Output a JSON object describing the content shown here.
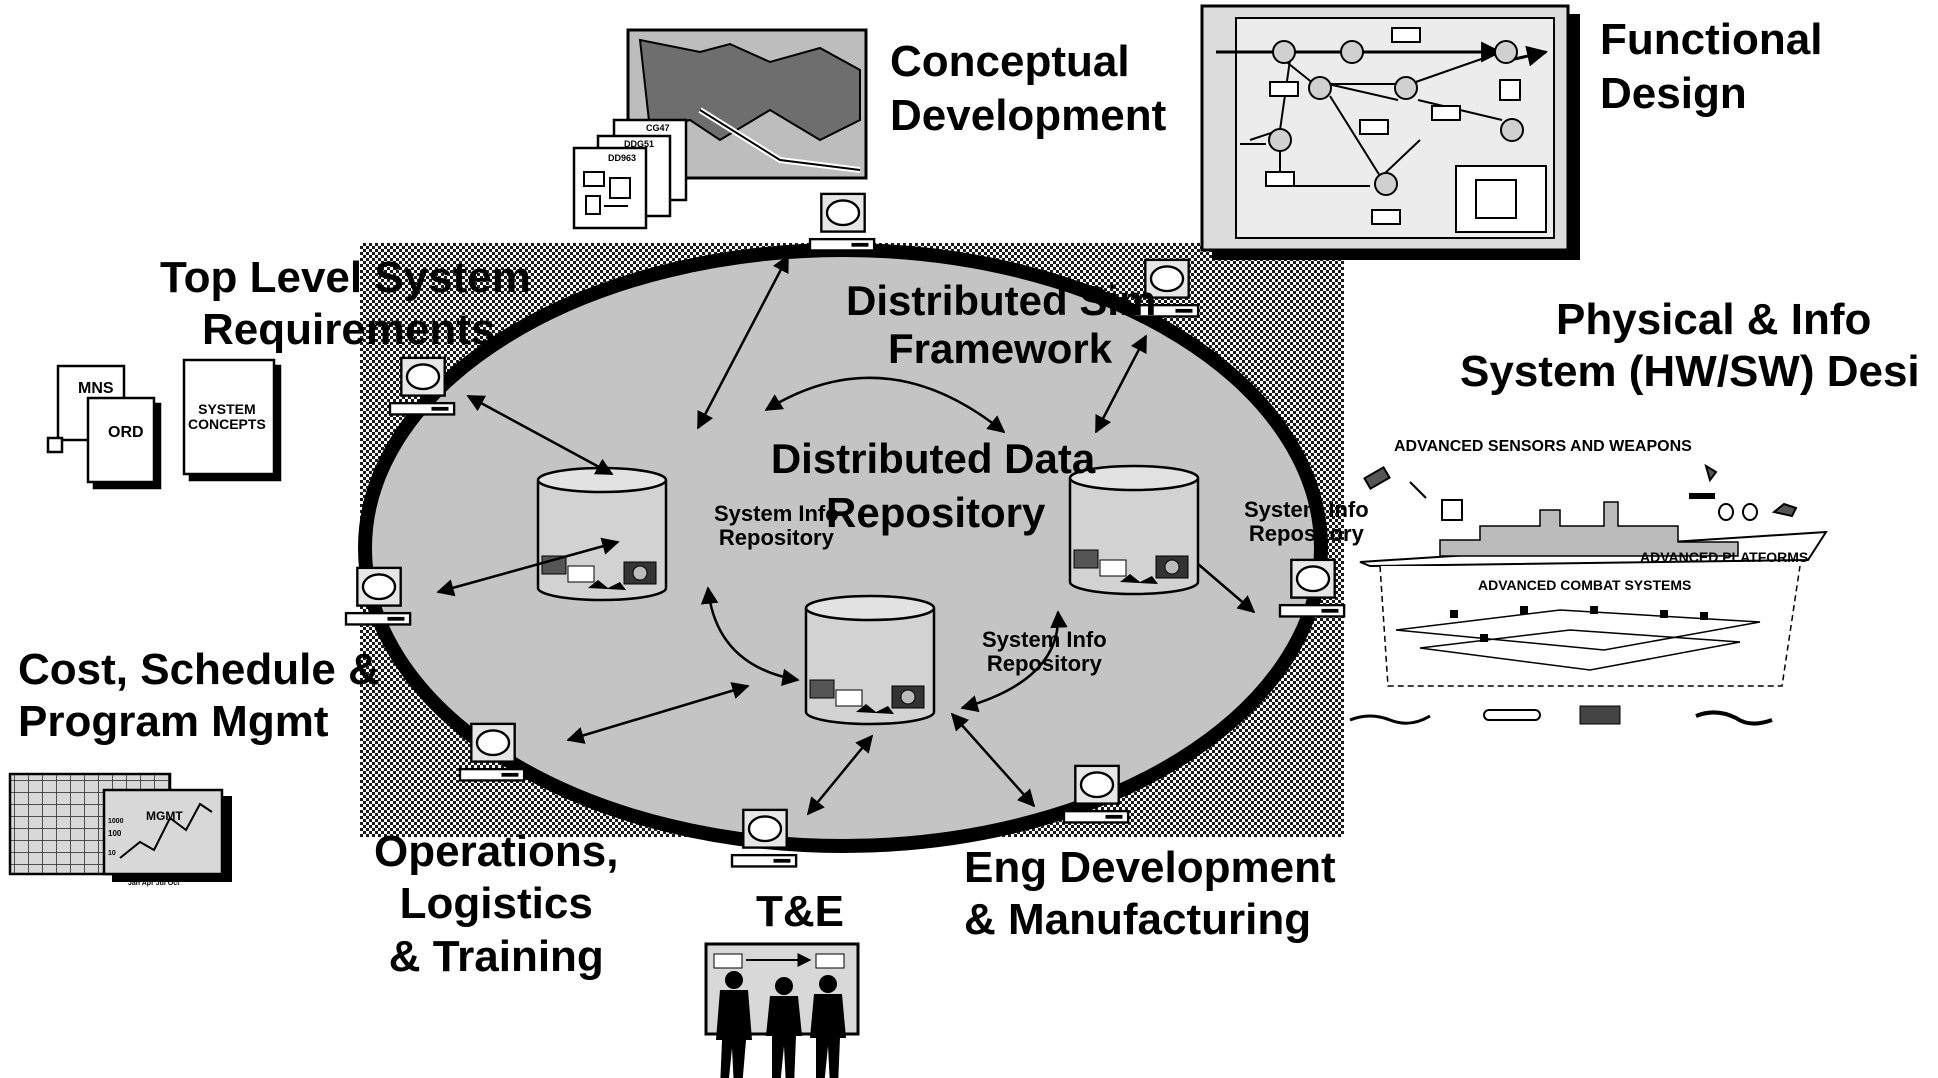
{
  "center": {
    "title_line1": "Distributed Data",
    "title_line2": "Repository",
    "framework_line1": "Distributed Sim",
    "framework_line2": "Framework"
  },
  "repositories": [
    {
      "line1": "System Info",
      "line2": "Repository"
    },
    {
      "line1": "System Info",
      "line2": "Repository"
    },
    {
      "line1": "System Info",
      "line2": "Repository"
    }
  ],
  "phases": {
    "conceptual_line1": "Conceptual",
    "conceptual_line2": "Development",
    "functional_line1": "Functional",
    "functional_line2": "Design",
    "top_level_line1": "Top Level System",
    "top_level_line2": "Requirements",
    "physical_line1": "Physical & Info",
    "physical_line2": "System (HW/SW) Desi",
    "cost_line1": "Cost, Schedule  &",
    "cost_line2": "Program Mgmt",
    "operations_line1": "Operations,",
    "operations_line2": "Logistics",
    "operations_line3": "& Training",
    "te": "T&E",
    "eng_line1": "Eng Development",
    "eng_line2": "& Manufacturing"
  },
  "documents": {
    "mns": "MNS",
    "ord": "ORD",
    "system_concepts_line1": "SYSTEM",
    "system_concepts_line2": "CONCEPTS",
    "ship1": "CG47",
    "ship2": "DDG51",
    "ship3": "DD963",
    "mgmt": "MGMT",
    "chart_axis": "Jan  Apr  Jul  Oct",
    "chart_val1": "1000",
    "chart_val2": "100",
    "chart_val3": "10"
  },
  "ship_panel": {
    "sensors": "ADVANCED SENSORS AND WEAPONS",
    "platforms": "ADVANCED PLATFORMS",
    "combat": "ADVANCED COMBAT SYSTEMS"
  },
  "colors": {
    "ellipse_fill": "#c4c4c4",
    "ring": "#000000",
    "dither": "#8a8a8a"
  }
}
